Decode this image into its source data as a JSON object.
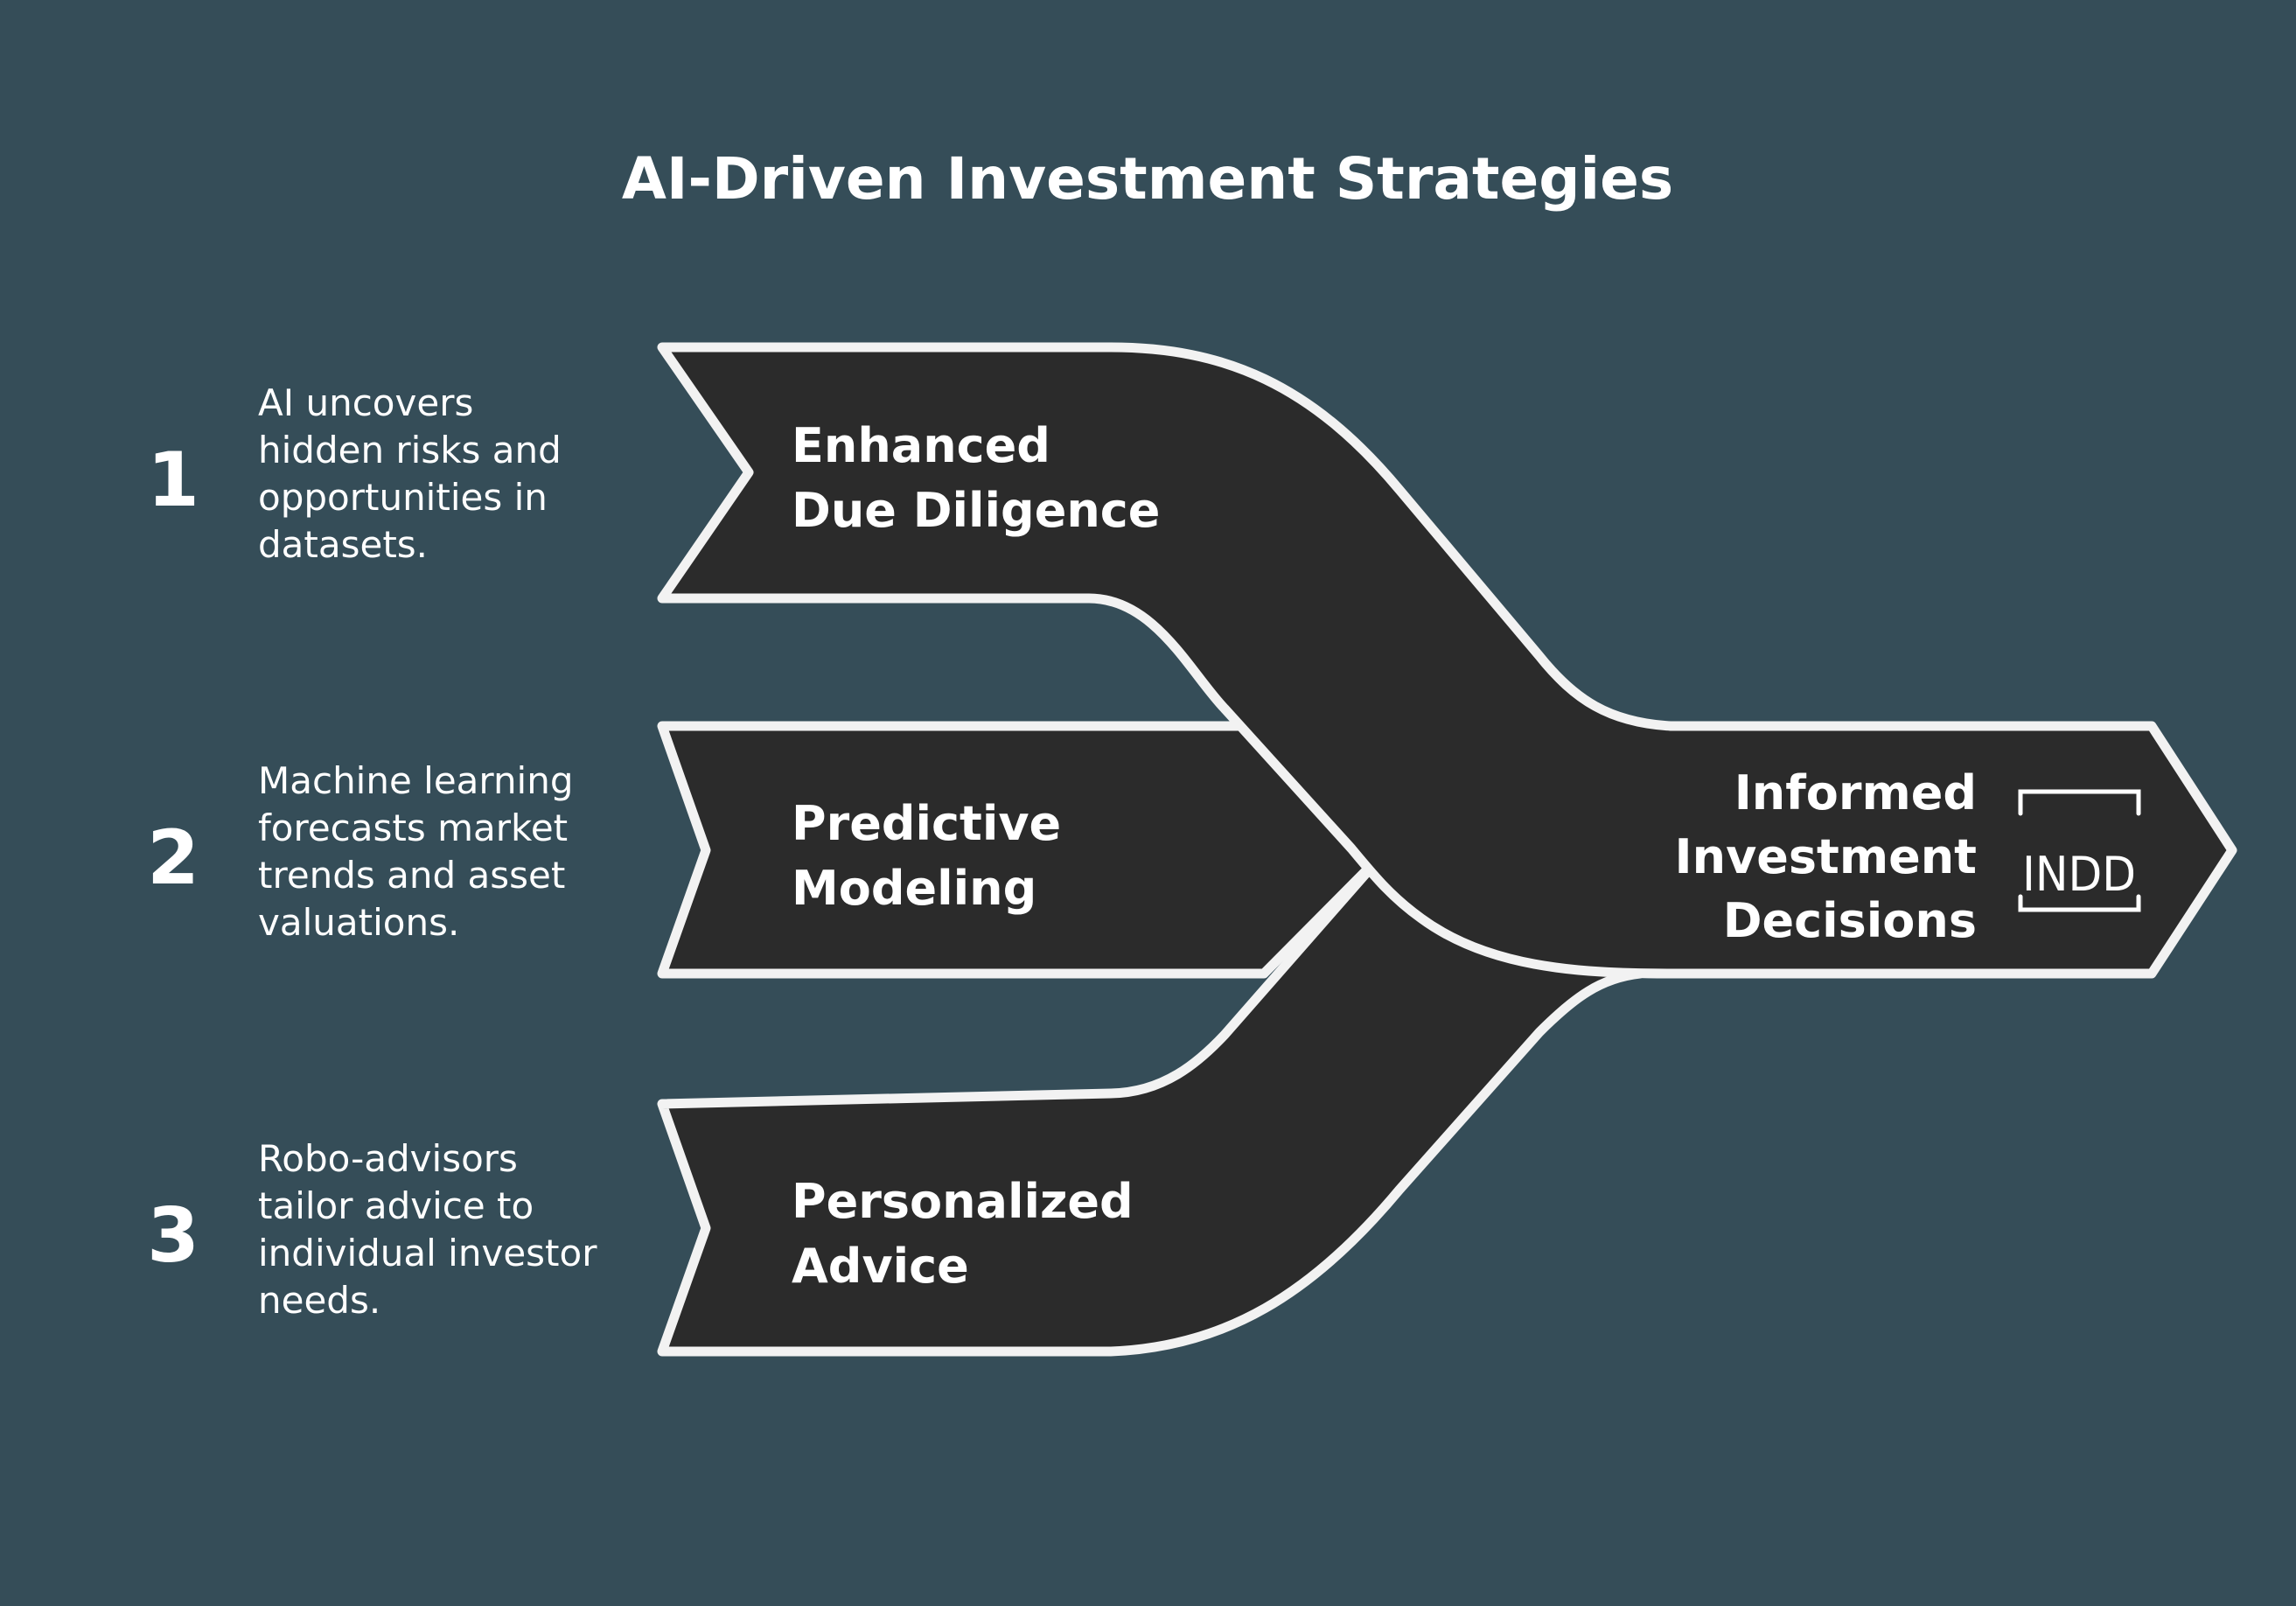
{
  "title": "AI-Driven Investment Strategies",
  "steps": [
    {
      "number": "1",
      "description": [
        "AI uncovers",
        "hidden risks and",
        "opportunities in",
        "datasets."
      ],
      "label": [
        "Enhanced",
        "Due Diligence"
      ]
    },
    {
      "number": "2",
      "description": [
        "Machine learning",
        "forecasts market",
        "trends and asset",
        "valuations."
      ],
      "label": [
        "Predictive",
        "Modeling"
      ]
    },
    {
      "number": "3",
      "description": [
        "Robo-advisors",
        "tailor advice to",
        "individual investor",
        "needs."
      ],
      "label": [
        "Personalized",
        "Advice"
      ]
    }
  ],
  "outcome": {
    "label": [
      "Informed",
      "Investment",
      "Decisions"
    ],
    "icon": "indd-file-icon",
    "icon_text": "INDD"
  },
  "colors": {
    "background": "#354d58",
    "shape_fill": "#2b2b2b",
    "outline": "#f2f2f2",
    "text": "#ffffff"
  }
}
